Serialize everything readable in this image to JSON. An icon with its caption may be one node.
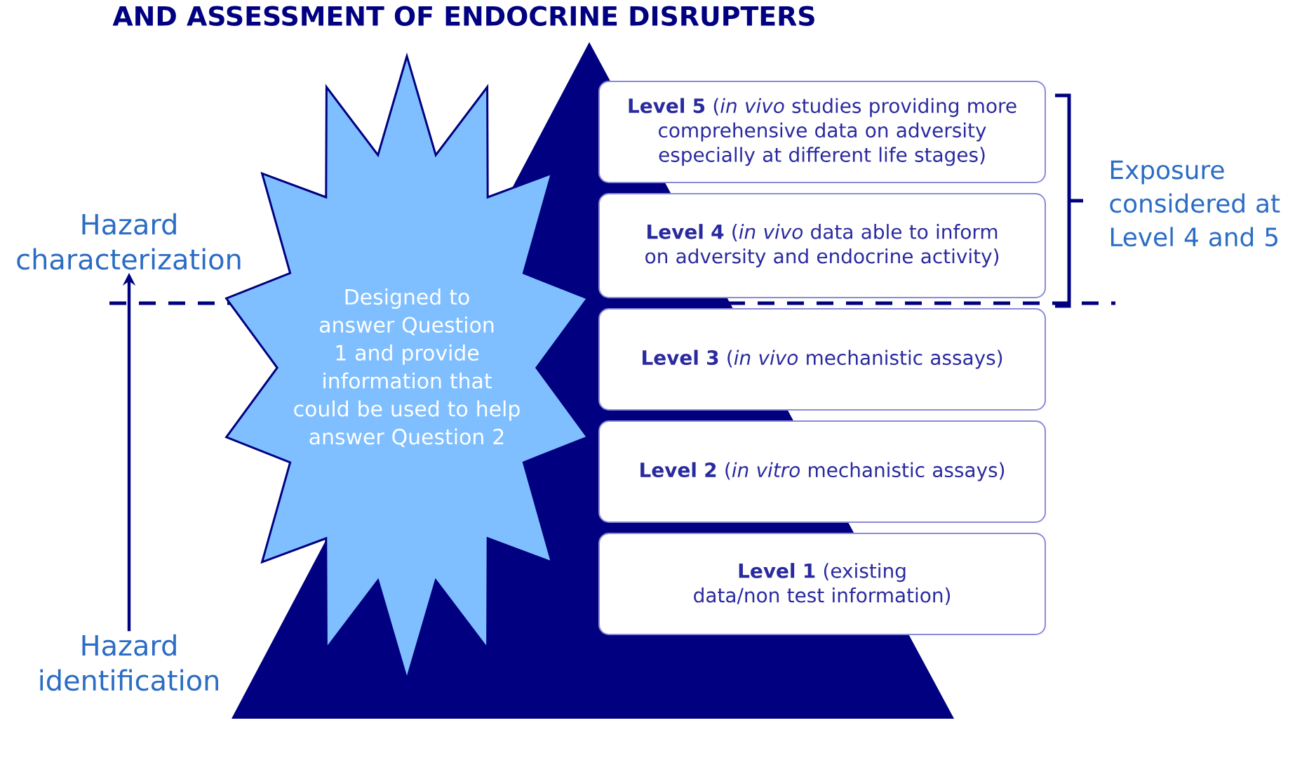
{
  "diagram": {
    "title": "AND ASSESSMENT OF ENDOCRINE DISRUPTERS",
    "nodes": [
      {
        "text": [
          "Hazard characterization"
        ]
      },
      {
        "text": [
          "Hazard identification"
        ]
      },
      {
        "text": [
          "**Level 5** (*in vivo* studies providing more comprehensive data on adversity especially at different life stages)"
        ]
      },
      {
        "text": [
          "**Level 4** (*in vivo* data able to inform on adversity and endocrine activity)"
        ]
      },
      {
        "text": [
          "**Level 3** (*in vivo* mechanistic assays)"
        ]
      },
      {
        "text": [
          "**Level 2** (*in vitro* mechanistic assays)"
        ]
      },
      {
        "text": [
          "**Level 1** (existing data/non test information)"
        ]
      },
      {
        "text": [
          "Designed to answer Question 1 and provide information that could be used to help answer Question 2"
        ]
      }
    ],
    "edges": [
      {
        "from": 1,
        "to": 0,
        "arrow": "to"
      }
    ],
    "labels": [
      "Exposure considered at Level 4 and 5"
    ]
  }
}
